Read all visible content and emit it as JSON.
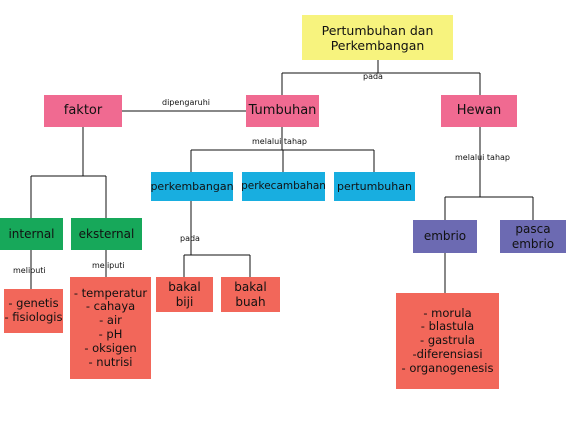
{
  "colors": {
    "root": "#f7f37e",
    "pink": "#f06a91",
    "cyan": "#18aee0",
    "green": "#17a85a",
    "purple": "#6c6ab2",
    "salmon": "#f2675a",
    "line": "#111111"
  },
  "nodes": {
    "root": {
      "lines": [
        "Pertumbuhan dan",
        "Perkembangan"
      ]
    },
    "faktor": {
      "lines": [
        "faktor"
      ]
    },
    "tumbuhan": {
      "lines": [
        "Tumbuhan"
      ]
    },
    "hewan": {
      "lines": [
        "Hewan"
      ]
    },
    "perkembangan": {
      "lines": [
        "perkembangan"
      ]
    },
    "perkecambahan": {
      "lines": [
        "perkecambahan"
      ]
    },
    "pertumbuhan": {
      "lines": [
        "pertumbuhan"
      ]
    },
    "internal": {
      "lines": [
        "internal"
      ]
    },
    "eksternal": {
      "lines": [
        "eksternal"
      ]
    },
    "embrio": {
      "lines": [
        "embrio"
      ]
    },
    "pasca_embrio": {
      "lines": [
        "pasca",
        "embrio"
      ]
    },
    "bakal_biji": {
      "lines": [
        "bakal",
        "biji"
      ]
    },
    "bakal_buah": {
      "lines": [
        "bakal",
        "buah"
      ]
    },
    "internal_list": {
      "lines": [
        "- genetis",
        "- fisiologis"
      ]
    },
    "eksternal_list": {
      "lines": [
        "- temperatur",
        "- cahaya",
        "- air",
        "- pH",
        "- oksigen",
        "- nutrisi"
      ]
    },
    "embrio_list": {
      "lines": [
        "- morula",
        "- blastula",
        "- gastrula",
        "-diferensiasi",
        "- organogenesis"
      ]
    }
  },
  "edge_labels": {
    "pada_1": "pada",
    "dipengaruhi": "dipengaruhi",
    "melalui_tahap_1": "melalui tahap",
    "melalui_tahap_2": "melalui tahap",
    "pada_2": "pada",
    "meliputi_1": "meliputi",
    "meliputi_2": "meliputi"
  }
}
